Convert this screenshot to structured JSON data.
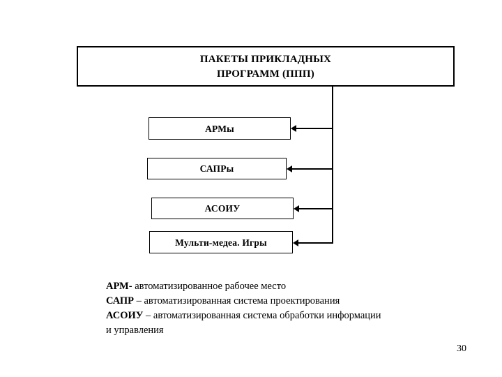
{
  "slide": {
    "page_number": "30",
    "background_color": "#ffffff",
    "line_color": "#000000",
    "text_color": "#000000"
  },
  "title": {
    "line1": "ПАКЕТЫ ПРИКЛАДНЫХ",
    "line2": "ПРОГРАММ (ППП)"
  },
  "items": [
    {
      "label": "АРМы"
    },
    {
      "label": "САПРы"
    },
    {
      "label": "АСОИУ"
    },
    {
      "label": "Мульти-медеа. Игры"
    }
  ],
  "legend": {
    "lines": [
      {
        "abbr": "АРМ-",
        "text": " автоматизированное рабочее место"
      },
      {
        "abbr": "САПР",
        "text": " – автоматизированная система проектирования"
      },
      {
        "abbr": "АСОИУ",
        "text": " – автоматизированная система обработки информации"
      },
      {
        "abbr": "",
        "text": "и управления"
      }
    ]
  }
}
